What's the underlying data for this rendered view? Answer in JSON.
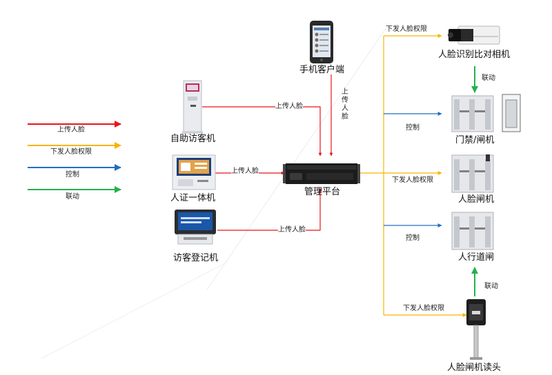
{
  "legend": [
    {
      "label": "上传人脸",
      "color": "#e8141b"
    },
    {
      "label": "下发人脸权限",
      "color": "#f7b500"
    },
    {
      "label": "控制",
      "color": "#1f6fc0"
    },
    {
      "label": "联动",
      "color": "#23b14d"
    }
  ],
  "nodes": {
    "phone": "手机客户端",
    "kiosk": "自助访客机",
    "id_terminal": "人证一体机",
    "registrar": "访客登记机",
    "platform": "管理平台",
    "camera": "人脸识别比对相机",
    "access_gate": "门禁/闸机",
    "face_gate": "人脸闸机",
    "walkway_gate": "人行道闸",
    "face_reader": "人脸闸机读头"
  },
  "edges": {
    "kiosk_upload": "上传人脸",
    "id_upload": "上传人脸",
    "registrar_upload": "上传人脸",
    "phone_upload": "上传人脸",
    "to_camera": "下发人脸权限",
    "to_face_gate": "下发人脸权限",
    "to_reader": "下发人脸权限",
    "to_access": "控制",
    "to_walkway": "控制",
    "camera_link": "联动",
    "reader_link": "联动"
  },
  "colors": {
    "upload": "#e8141b",
    "issue": "#f7b500",
    "control": "#1f6fc0",
    "link": "#23b14d"
  }
}
